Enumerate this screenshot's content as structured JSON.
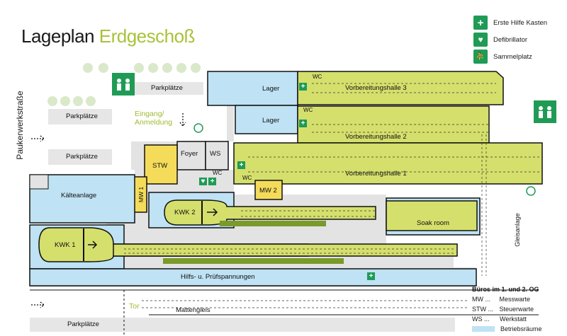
{
  "title": {
    "main": "Lageplan",
    "accent": "Erdgeschoß"
  },
  "legend": {
    "first_aid": "Erste Hilfe Kasten",
    "defibrillator": "Defibrillator",
    "assembly": "Sammelplatz"
  },
  "street": "Paukerwerkstraße",
  "rail_label": "Gleisanlage",
  "entrance": {
    "line1": "Eingang/",
    "line2": "Anmeldung"
  },
  "gate": "Tor",
  "parking": [
    "Parkplätze",
    "Parkplätze",
    "Parkplätze",
    "Parkplätze"
  ],
  "rooms": {
    "lager1": "Lager",
    "lager2": "Lager",
    "vh3": "Vorbereitungshalle 3",
    "vh2": "Vorbereitungshalle 2",
    "vh1": "Vorbereitungshalle 1",
    "foyer": "Foyer",
    "ws": "WS",
    "stw": "STW",
    "mw1": "MW 1",
    "mw2": "MW 2",
    "wc": "WC",
    "kaelte": "Kälteanlage",
    "kwk1": "KWK 1",
    "kwk2": "KWK 2",
    "soak": "Soak room",
    "hilfs": "Hilfs- u. Prüfspannungen",
    "mattengleis": "Mattengleis"
  },
  "abbrev": {
    "heading": "Büros im 1. und 2. OG",
    "mw": "MW ...",
    "mw_desc": "Messwarte",
    "stw": "STW ...",
    "stw_desc": "Steuerwarte",
    "ws": "WS ...",
    "ws_desc": "Werkstatt",
    "betrieb": "Betriebsräume"
  },
  "colors": {
    "hall": "#d5df6c",
    "office": "#f4dc5a",
    "operations": "#bfe2f4",
    "corridor": "#e3e3e3",
    "first_aid": "#1f9b56",
    "accent": "#a9c23a"
  }
}
